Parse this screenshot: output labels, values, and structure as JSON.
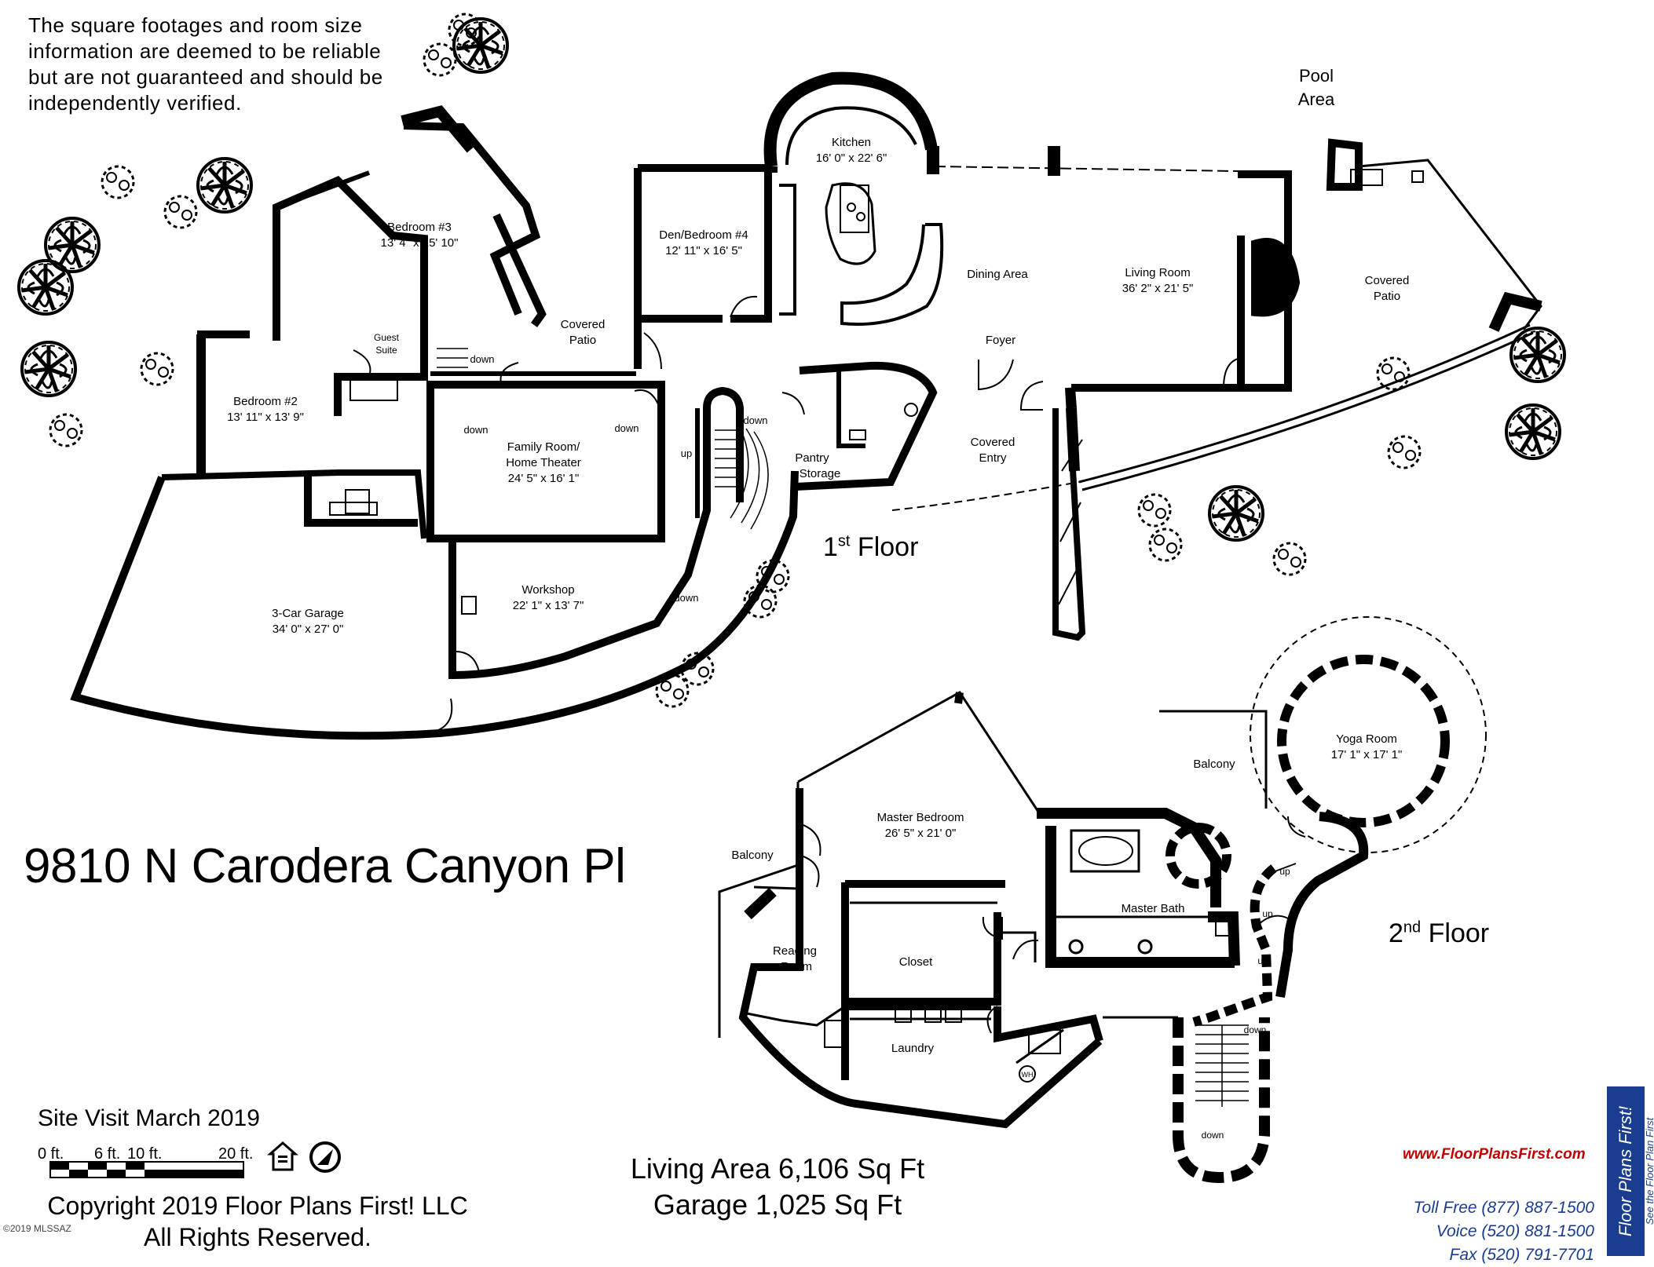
{
  "disclaimer": "The square footages and room size information are deemed to be reliable but are not guaranteed and should be independently verified.",
  "address": "9810 N Carodera Canyon Pl",
  "site_visit": "Site Visit March 2019",
  "scale": {
    "t0": "0 ft.",
    "t6": "6 ft.",
    "t10": "10 ft.",
    "t20": "20 ft."
  },
  "copyright": {
    "line1": "Copyright 2019 Floor Plans First! LLC",
    "line2": "All Rights Reserved."
  },
  "area": {
    "living": "Living Area 6,106 Sq Ft",
    "garage": "Garage 1,025 Sq Ft"
  },
  "floor1": {
    "num": "1",
    "suffix": "st",
    "word": " Floor"
  },
  "floor2": {
    "num": "2",
    "suffix": "nd",
    "word": " Floor"
  },
  "brand": {
    "website": "www.FloorPlansFirst.com",
    "toll": "Toll Free (877) 887-1500",
    "voice": "Voice (520) 881-1500",
    "fax": "Fax (520) 791-7701",
    "logo": "Floor Plans First!",
    "tagline": "See the Floor Plan First"
  },
  "watermark": "©2019 MLSSAZ",
  "rooms1": {
    "kitchen": [
      "Kitchen",
      "16' 0\" x 22' 6\""
    ],
    "pool": [
      "Pool",
      "Area"
    ],
    "bed3": [
      "Bedroom #3",
      "13' 4\" x 15' 10\""
    ],
    "den": [
      "Den/Bedroom #4",
      "12' 11\" x 16' 5\""
    ],
    "dining": [
      "Dining Area"
    ],
    "living": [
      "Living Room",
      "36' 2\" x 21' 5\""
    ],
    "patio_r": [
      "Covered",
      "Patio"
    ],
    "patio_m": [
      "Covered",
      "Patio"
    ],
    "guest": [
      "Guest",
      "Suite"
    ],
    "foyer": [
      "Foyer"
    ],
    "bed2": [
      "Bedroom #2",
      "13' 11\" x 13' 9\""
    ],
    "family": [
      "Family Room/",
      "Home Theater",
      "24' 5\" x 16' 1\""
    ],
    "pantry": [
      "Pantry",
      "Storage"
    ],
    "entry": [
      "Covered",
      "Entry"
    ],
    "workshop": [
      "Workshop",
      "22' 1\" x 13' 7\""
    ],
    "garage": [
      "3-Car Garage",
      "34' 0\" x 27' 0\""
    ]
  },
  "rooms2": {
    "balcony_top": [
      "Balcony"
    ],
    "yoga": [
      "Yoga Room",
      "17' 1\" x 17' 1\""
    ],
    "master": [
      "Master Bedroom",
      "26' 5\" x 21' 0\""
    ],
    "balcony_left": [
      "Balcony"
    ],
    "mbath": [
      "Master Bath"
    ],
    "reading": [
      "Reading",
      "Room"
    ],
    "closet": [
      "Closet"
    ],
    "laundry": [
      "Laundry"
    ],
    "wh": [
      "WH"
    ]
  },
  "stairs": {
    "down": "down",
    "up": "up"
  }
}
